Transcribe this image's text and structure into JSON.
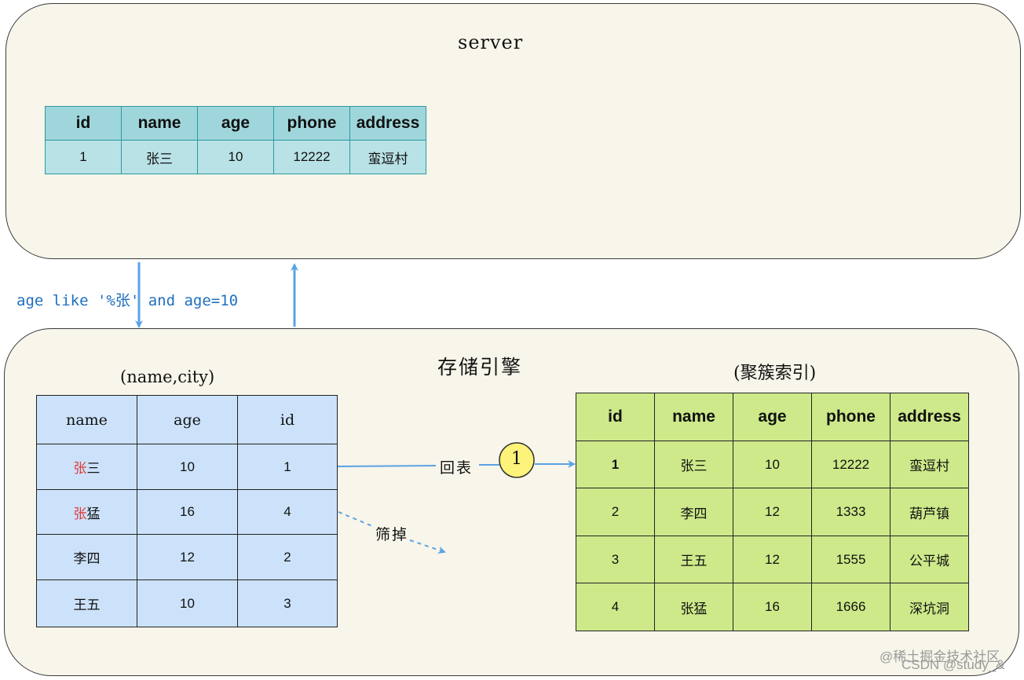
{
  "server": {
    "title": "server",
    "columns": [
      "id",
      "name",
      "age",
      "phone",
      "address"
    ],
    "row": [
      "1",
      "张三",
      "10",
      "12222",
      "蛮逗村"
    ]
  },
  "query_label": "age like '%张' and age=10",
  "engine": {
    "title": "存储引擎",
    "secondary_index": {
      "title": "(name,city)",
      "columns": [
        "name",
        "age",
        "id"
      ],
      "rows": [
        {
          "name_prefix": "张",
          "name_rest": "三",
          "age": "10",
          "id": "1"
        },
        {
          "name_prefix": "张",
          "name_rest": "猛",
          "age": "16",
          "id": "4"
        },
        {
          "name_prefix": "",
          "name_rest": "李四",
          "age": "12",
          "id": "2"
        },
        {
          "name_prefix": "",
          "name_rest": "王五",
          "age": "10",
          "id": "3"
        }
      ]
    },
    "back_to_table_label": "回表",
    "step_marker": "1",
    "filtered_label": "筛掉",
    "clustered_index": {
      "title": "(聚簇索引)",
      "columns": [
        "id",
        "name",
        "age",
        "phone",
        "address"
      ],
      "rows": [
        [
          "1",
          "张三",
          "10",
          "12222",
          "蛮逗村"
        ],
        [
          "2",
          "李四",
          "12",
          "1333",
          "葫芦镇"
        ],
        [
          "3",
          "王五",
          "12",
          "1555",
          "公平城"
        ],
        [
          "4",
          "张猛",
          "16",
          "1666",
          "深坑洞"
        ]
      ]
    }
  },
  "watermark": {
    "line1": "@稀土掘金技术社区",
    "line2": "CSDN @study_&"
  },
  "colors": {
    "arrow": "#5ba3e6",
    "query_text": "#1f6fbf",
    "highlight_red": "#e03a3a",
    "highlight_blue": "#3a55e0"
  }
}
